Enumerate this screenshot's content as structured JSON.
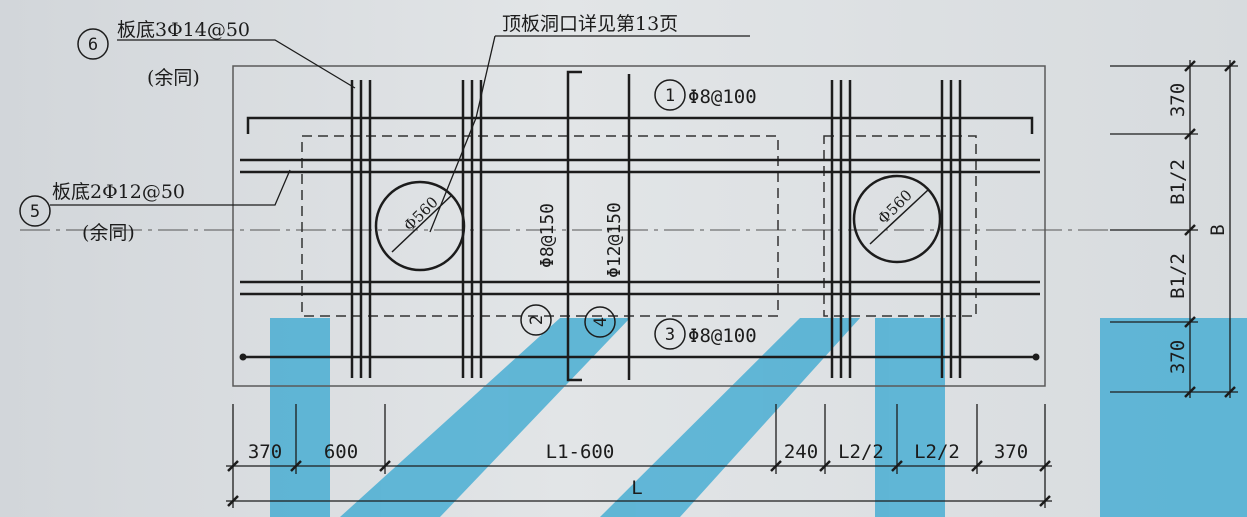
{
  "colors": {
    "ink": "#1c1c1c",
    "watermark": "#4aaed3",
    "paper": "#dcdfe2"
  },
  "labels": {
    "top_slab_note": "顶板洞口详见第13页",
    "bar6_text": "板底3Φ14@50",
    "bar6_note": "(余同)",
    "bar5_text": "板底2Φ12@50",
    "bar5_note": "(余同)",
    "bar1_text": "Φ8@100",
    "bar3_text": "Φ8@100",
    "bar2_text": "Φ8@150",
    "bar4_text": "Φ12@150",
    "hole_left": "Φ560",
    "hole_right": "Φ560"
  },
  "markers": {
    "m1": "1",
    "m2": "2",
    "m3": "3",
    "m4": "4",
    "m5": "5",
    "m6": "6"
  },
  "dimensions": {
    "horizontal": [
      "370",
      "600",
      "L1-600",
      "240",
      "L2/2",
      "L2/2",
      "370"
    ],
    "total_horizontal": "L",
    "vertical": [
      "370",
      "B1/2",
      "B1/2",
      "370"
    ],
    "total_vertical": "B"
  }
}
